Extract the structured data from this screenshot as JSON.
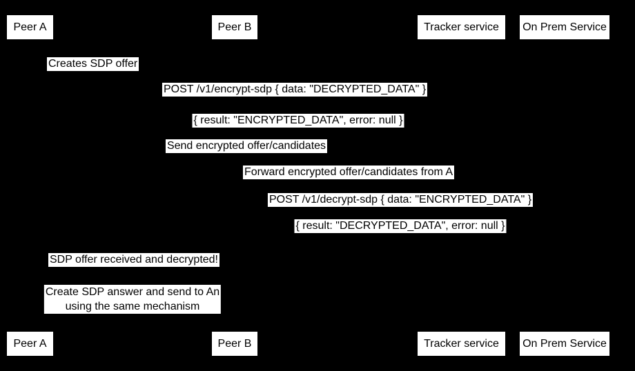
{
  "colors": {
    "background": "#000000",
    "box_fill": "#ffffff",
    "text": "#000000"
  },
  "diagram_type": "sequence-diagram",
  "actors": [
    {
      "label": "Peer A"
    },
    {
      "label": "Peer B"
    },
    {
      "label": "Tracker service"
    },
    {
      "label": "On Prem Service"
    }
  ],
  "messages": {
    "creates_sdp_offer": "Creates SDP offer",
    "post_encrypt_sdp": "POST /v1/encrypt-sdp { data: \"DECRYPTED_DATA\" }",
    "encrypt_result": "{ result: \"ENCRYPTED_DATA\", error: null }",
    "send_encrypted_offer": "Send encrypted offer/candidates",
    "forward_encrypted_offer": "Forward encrypted offer/candidates from A",
    "post_decrypt_sdp": "POST /v1/decrypt-sdp { data: \"ENCRYPTED_DATA\" }",
    "decrypt_result": "{ result: \"DECRYPTED_DATA\", error: null }",
    "sdp_offer_received": "SDP offer received and decrypted!",
    "create_sdp_answer": "Create SDP answer and send to An\nusing the same mechanism"
  }
}
